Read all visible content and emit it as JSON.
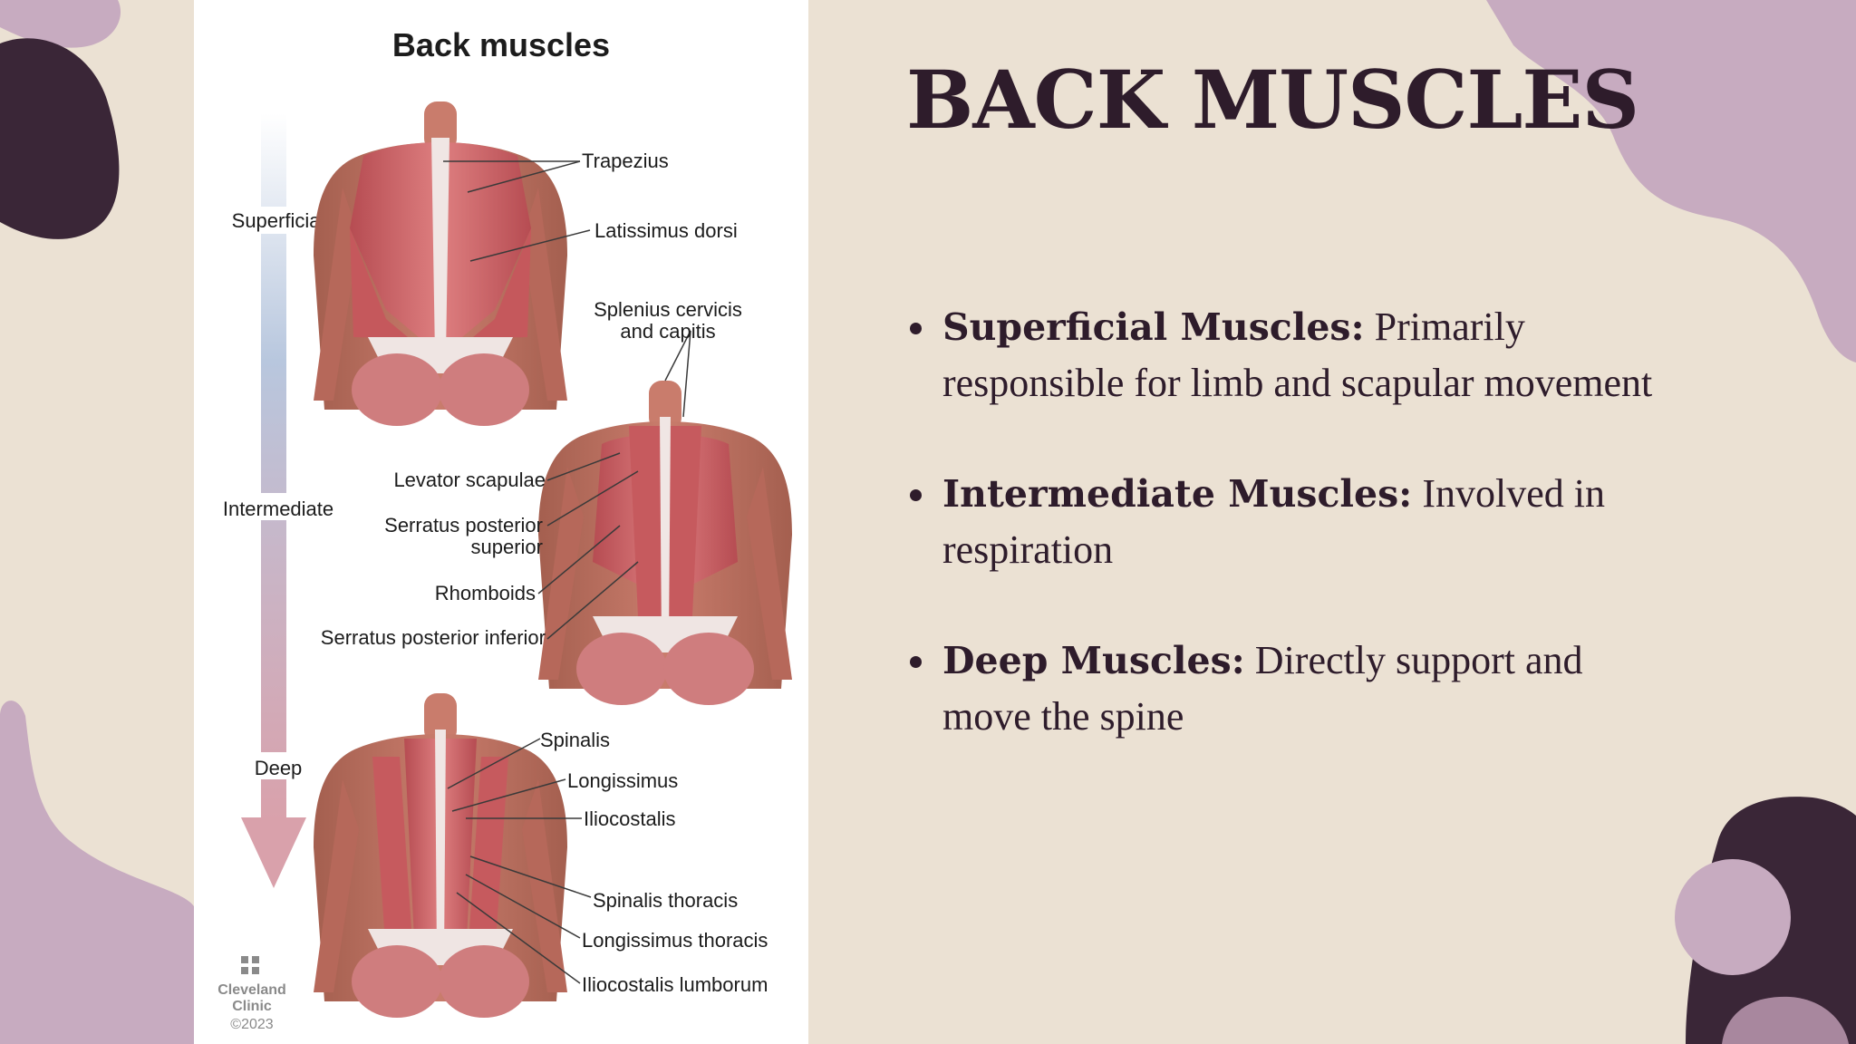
{
  "colors": {
    "background": "#ebe1d3",
    "accent_dark": "#3a2637",
    "accent_mauve": "#c7abc0",
    "title_text": "#2e1c2b"
  },
  "slide": {
    "title": "BACK MUSCLES",
    "bullets": [
      {
        "term": "Superficial Muscles:",
        "text": "Primarily responsible for limb and scapular movement"
      },
      {
        "term": "Intermediate Muscles:",
        "text": "Involved in respiration"
      },
      {
        "term": "Deep Muscles:",
        "text": "Directly support and move the spine"
      }
    ]
  },
  "figure": {
    "title": "Back muscles",
    "depth_labels": [
      "Superficial",
      "Intermediate",
      "Deep"
    ],
    "labels": {
      "trapezius": "Trapezius",
      "latissimus": "Latissimus dorsi",
      "splenius_1": "Splenius cervicis",
      "splenius_2": "and capitis",
      "levator": "Levator scapulae",
      "serratus_sup_1": "Serratus posterior",
      "serratus_sup_2": "superior",
      "rhomboids": "Rhomboids",
      "serratus_inf": "Serratus posterior inferior",
      "spinalis": "Spinalis",
      "longissimus": "Longissimus",
      "iliocostalis": "Iliocostalis",
      "spinalis_thoracis": "Spinalis thoracis",
      "longissimus_thoracis": "Longissimus thoracis",
      "iliocostalis_lumborum": "Iliocostalis lumborum"
    },
    "credit": [
      "Cleveland",
      "Clinic",
      "©2023"
    ]
  }
}
